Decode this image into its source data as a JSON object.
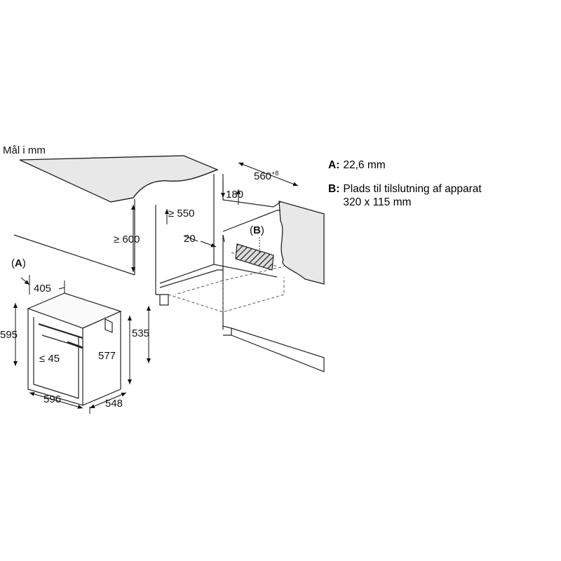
{
  "units_label": "Mål i mm",
  "dimensions": {
    "cabinet_height": "≥ 600",
    "cabinet_depth": "≥ 550",
    "cabinet_width": "560",
    "cabinet_width_tolerance": "+8",
    "rear_gap": "180",
    "front_offset": "20",
    "oven_height": "595",
    "oven_depth_body": "405",
    "oven_width": "596",
    "oven_depth_total": "548",
    "niche_height": "535",
    "inner_height": "577",
    "handle_depth": "≤ 45"
  },
  "markers": {
    "a": "A",
    "b": "B"
  },
  "legend": [
    {
      "key": "A:",
      "lines": [
        "22,6 mm"
      ]
    },
    {
      "key": "B:",
      "lines": [
        "Plads til tilslutning af apparat",
        "320 x 115 mm"
      ]
    }
  ]
}
